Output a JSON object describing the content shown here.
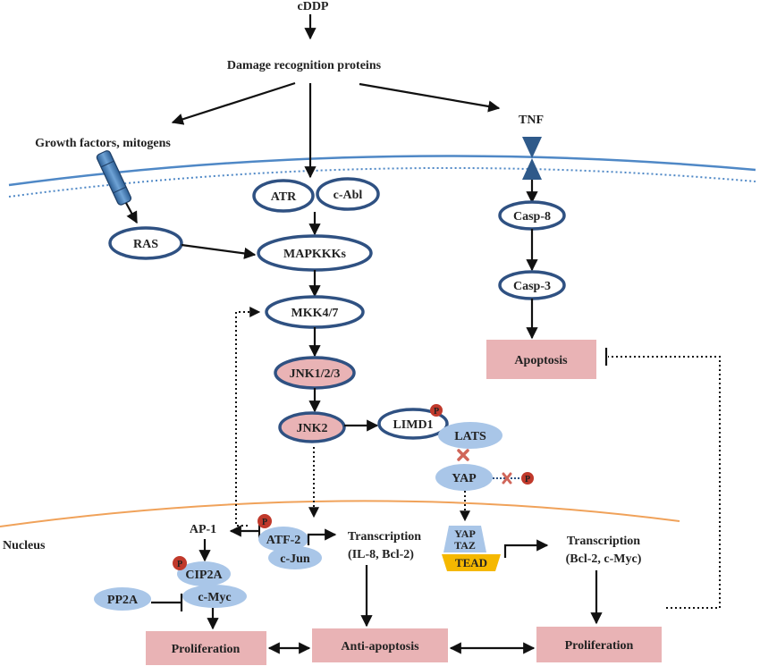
{
  "labels": {
    "cddp": "cDDP",
    "damage": "Damage recognition proteins",
    "growth": "Growth factors, mitogens",
    "tnf": "TNF",
    "atr": "ATR",
    "cabl": "c-Abl",
    "ras": "RAS",
    "mapkkks": "MAPKKKs",
    "casp8": "Casp-8",
    "casp3": "Casp-3",
    "mkk47": "MKK4/7",
    "apoptosis": "Apoptosis",
    "jnk123": "JNK1/2/3",
    "jnk2": "JNK2",
    "limd1": "LIMD1",
    "lats": "LATS",
    "yap": "YAP",
    "p": "P",
    "nucleus": "Nucleus",
    "ap1": "AP-1",
    "atf2": "ATF-2",
    "cjun": "c-Jun",
    "transcription1_line1": "Transcription",
    "transcription1_line2": "(IL-8, Bcl-2)",
    "yap_taz_1": "YAP",
    "yap_taz_2": "TAZ",
    "tead": "TEAD",
    "transcription2_line1": "Transcription",
    "transcription2_line2": "(Bcl-2, c-Myc)",
    "cip2a": "CIP2A",
    "cmyc": "c-Myc",
    "pp2a": "PP2A",
    "proliferation_left": "Proliferation",
    "anti_apoptosis": "Anti-apoptosis",
    "proliferation_right": "Proliferation"
  },
  "colors": {
    "outline": "#2f5182",
    "pink": "#e9b3b5",
    "light_blue": "#a9c6e8",
    "membrane": "#4f88c6",
    "nucleus_line": "#f0a25a",
    "phospho": "#c0392b",
    "tead": "#f5b800"
  }
}
